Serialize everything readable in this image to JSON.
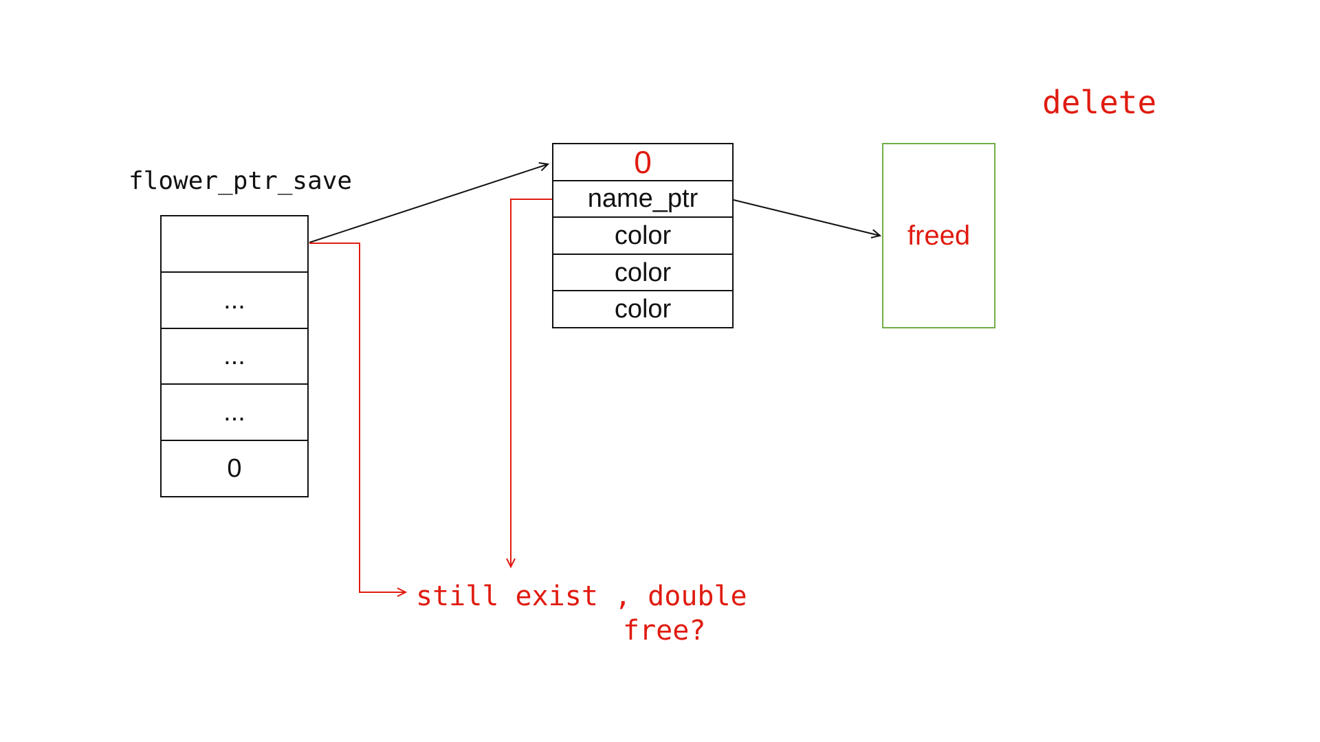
{
  "colors": {
    "red": "#e01b10",
    "green": "#70ad47",
    "black": "#111111",
    "background": "#ffffff"
  },
  "stack": {
    "label": "flower_ptr_save",
    "rows": [
      "",
      "...",
      "...",
      "...",
      "0"
    ]
  },
  "heap_object": {
    "rows": [
      "0",
      "name_ptr",
      "color",
      "color",
      "color"
    ]
  },
  "freed_box": {
    "label": "freed"
  },
  "delete_label": "delete",
  "note": {
    "line1": "still exist , double",
    "line2": "free?"
  }
}
